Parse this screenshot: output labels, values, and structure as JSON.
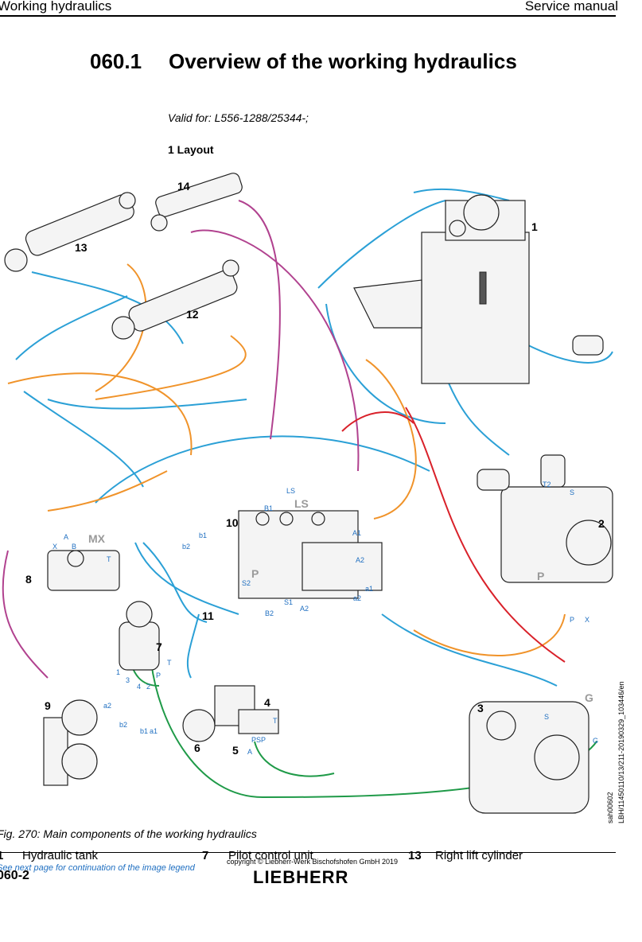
{
  "header": {
    "left": "Working hydraulics",
    "right": "Service manual"
  },
  "section": {
    "number": "060.1",
    "title": "Overview of the working hydraulics"
  },
  "valid_for": "Valid for: L556-1288/25344-;",
  "layout_heading": "1 Layout",
  "figure": {
    "caption": "Fig. 270: Main components of the working hydraulics",
    "side_ref": "LBH/11450110/13/211-20190329_103446/en",
    "sah_ref": "sah00602",
    "callouts": [
      "1",
      "2",
      "3",
      "4",
      "5",
      "6",
      "7",
      "8",
      "9",
      "10",
      "11",
      "12",
      "13",
      "14"
    ],
    "port_letters": {
      "mx": "MX",
      "ls": "LS",
      "p_valve": "P",
      "p_pump": "P",
      "g": "G"
    },
    "port_labels": [
      "T2",
      "S",
      "X",
      "P",
      "S",
      "G",
      "T",
      "PSP",
      "A",
      "B1",
      "LS",
      "A1",
      "A2",
      "b1",
      "b2",
      "S2",
      "B2",
      "S1",
      "A2",
      "a1",
      "a2",
      "X",
      "B",
      "A",
      "T",
      "a2",
      "b2",
      "b1",
      "a1",
      "1",
      "3",
      "4",
      "2",
      "P",
      "T"
    ]
  },
  "legend": [
    {
      "num": "1",
      "text": "Hydraulic tank"
    },
    {
      "num": "7",
      "text": "Pilot control unit"
    },
    {
      "num": "13",
      "text": "Right lift cylinder"
    }
  ],
  "legend_note": "See next page for continuation of the image legend",
  "footer": {
    "copyright": "copyright © Liebherr-Werk Bischofshofen GmbH 2019",
    "page": "060-2",
    "logo": "LIEBHERR"
  }
}
